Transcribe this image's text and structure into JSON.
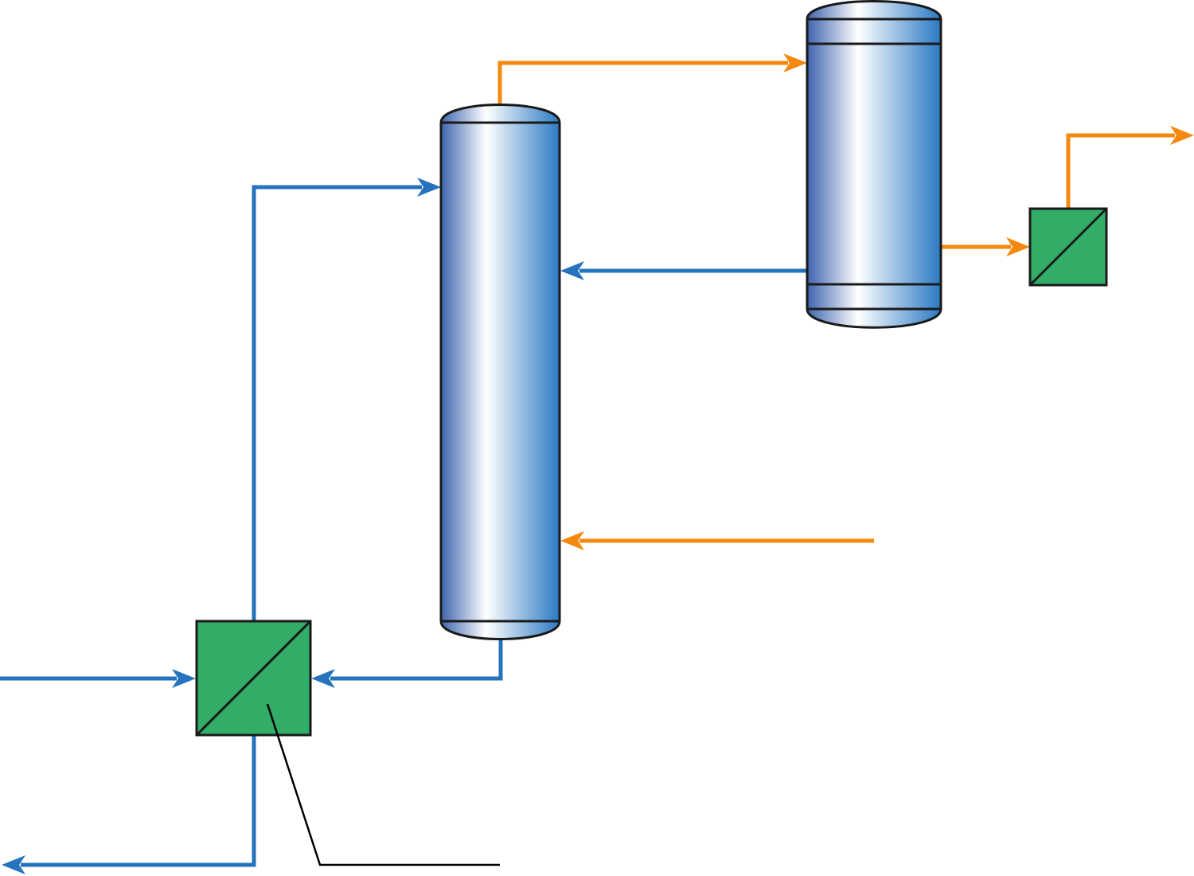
{
  "diagram": {
    "labels": [],
    "colors": {
      "liquid_stream": "#2573bd",
      "gas_stream": "#f5880f",
      "heat_exchanger": "#31ad68",
      "vessel_dark": "#3d64ae",
      "vessel_light": "#ffffff",
      "vessel_right": "#2b79c3",
      "outline": "#1a1a1a",
      "leader_line": "#000000"
    },
    "equipment": [
      {
        "name": "absorber-column",
        "kind": "column"
      },
      {
        "name": "stripper-vessel",
        "kind": "vessel"
      },
      {
        "name": "main-heat-exchanger",
        "kind": "heat-exchanger"
      },
      {
        "name": "condenser-heat-exchanger",
        "kind": "heat-exchanger"
      }
    ],
    "streams": [
      {
        "name": "feed-stream",
        "color": "liquid",
        "from": "outside",
        "to": "main-heat-exchanger"
      },
      {
        "name": "exchanger-to-column-stream",
        "color": "liquid",
        "from": "main-heat-exchanger",
        "to": "absorber-column"
      },
      {
        "name": "column-bottoms-stream",
        "color": "liquid",
        "from": "absorber-column",
        "to": "main-heat-exchanger"
      },
      {
        "name": "exchanger-outlet-stream",
        "color": "liquid",
        "from": "main-heat-exchanger",
        "to": "outside"
      },
      {
        "name": "vessel-return-stream",
        "color": "liquid",
        "from": "stripper-vessel",
        "to": "absorber-column"
      },
      {
        "name": "gas-inlet-stream",
        "color": "gas",
        "from": "outside",
        "to": "absorber-column"
      },
      {
        "name": "column-overhead-stream",
        "color": "gas",
        "from": "absorber-column",
        "to": "stripper-vessel"
      },
      {
        "name": "vessel-to-condenser-stream",
        "color": "gas",
        "from": "stripper-vessel",
        "to": "condenser-heat-exchanger"
      },
      {
        "name": "condenser-product-stream",
        "color": "gas",
        "from": "condenser-heat-exchanger",
        "to": "outside"
      }
    ]
  }
}
